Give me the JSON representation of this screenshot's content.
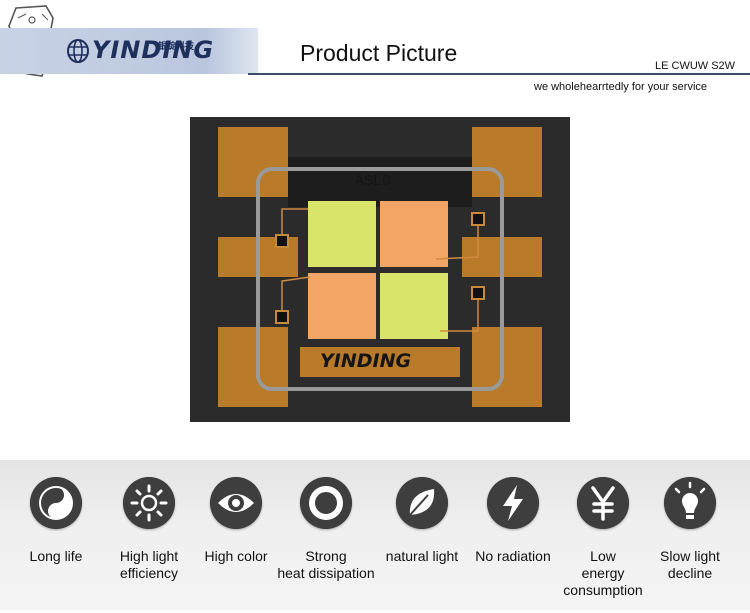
{
  "header": {
    "brand_name": "YINDING",
    "brand_cn": "银锭科技",
    "title": "Product Picture",
    "model": "LE CWUW S2W",
    "tagline": "we wholehearrtedly for your service"
  },
  "product": {
    "chip_marking_top": "ASLO",
    "chip_marking_bottom": "YINDING"
  },
  "features": [
    {
      "icon": "yin-yang-icon",
      "label": "Long life"
    },
    {
      "icon": "sun-icon",
      "label": "High light\nefficiency"
    },
    {
      "icon": "eye-icon",
      "label": "High color"
    },
    {
      "icon": "ring-icon",
      "label": "Strong\nheat dissipation"
    },
    {
      "icon": "leaf-icon",
      "label": "natural light"
    },
    {
      "icon": "lightning-icon",
      "label": "No radiation"
    },
    {
      "icon": "yen-icon",
      "label": "Low\nenergy\nconsumption"
    },
    {
      "icon": "bulb-icon",
      "label": "Slow light\ndecline"
    }
  ],
  "colors": {
    "brand_blue": "#1f2f5c",
    "warm_die": "#f2a565",
    "cool_die": "#d8e46a",
    "icon_dark": "#3e3e3e"
  }
}
